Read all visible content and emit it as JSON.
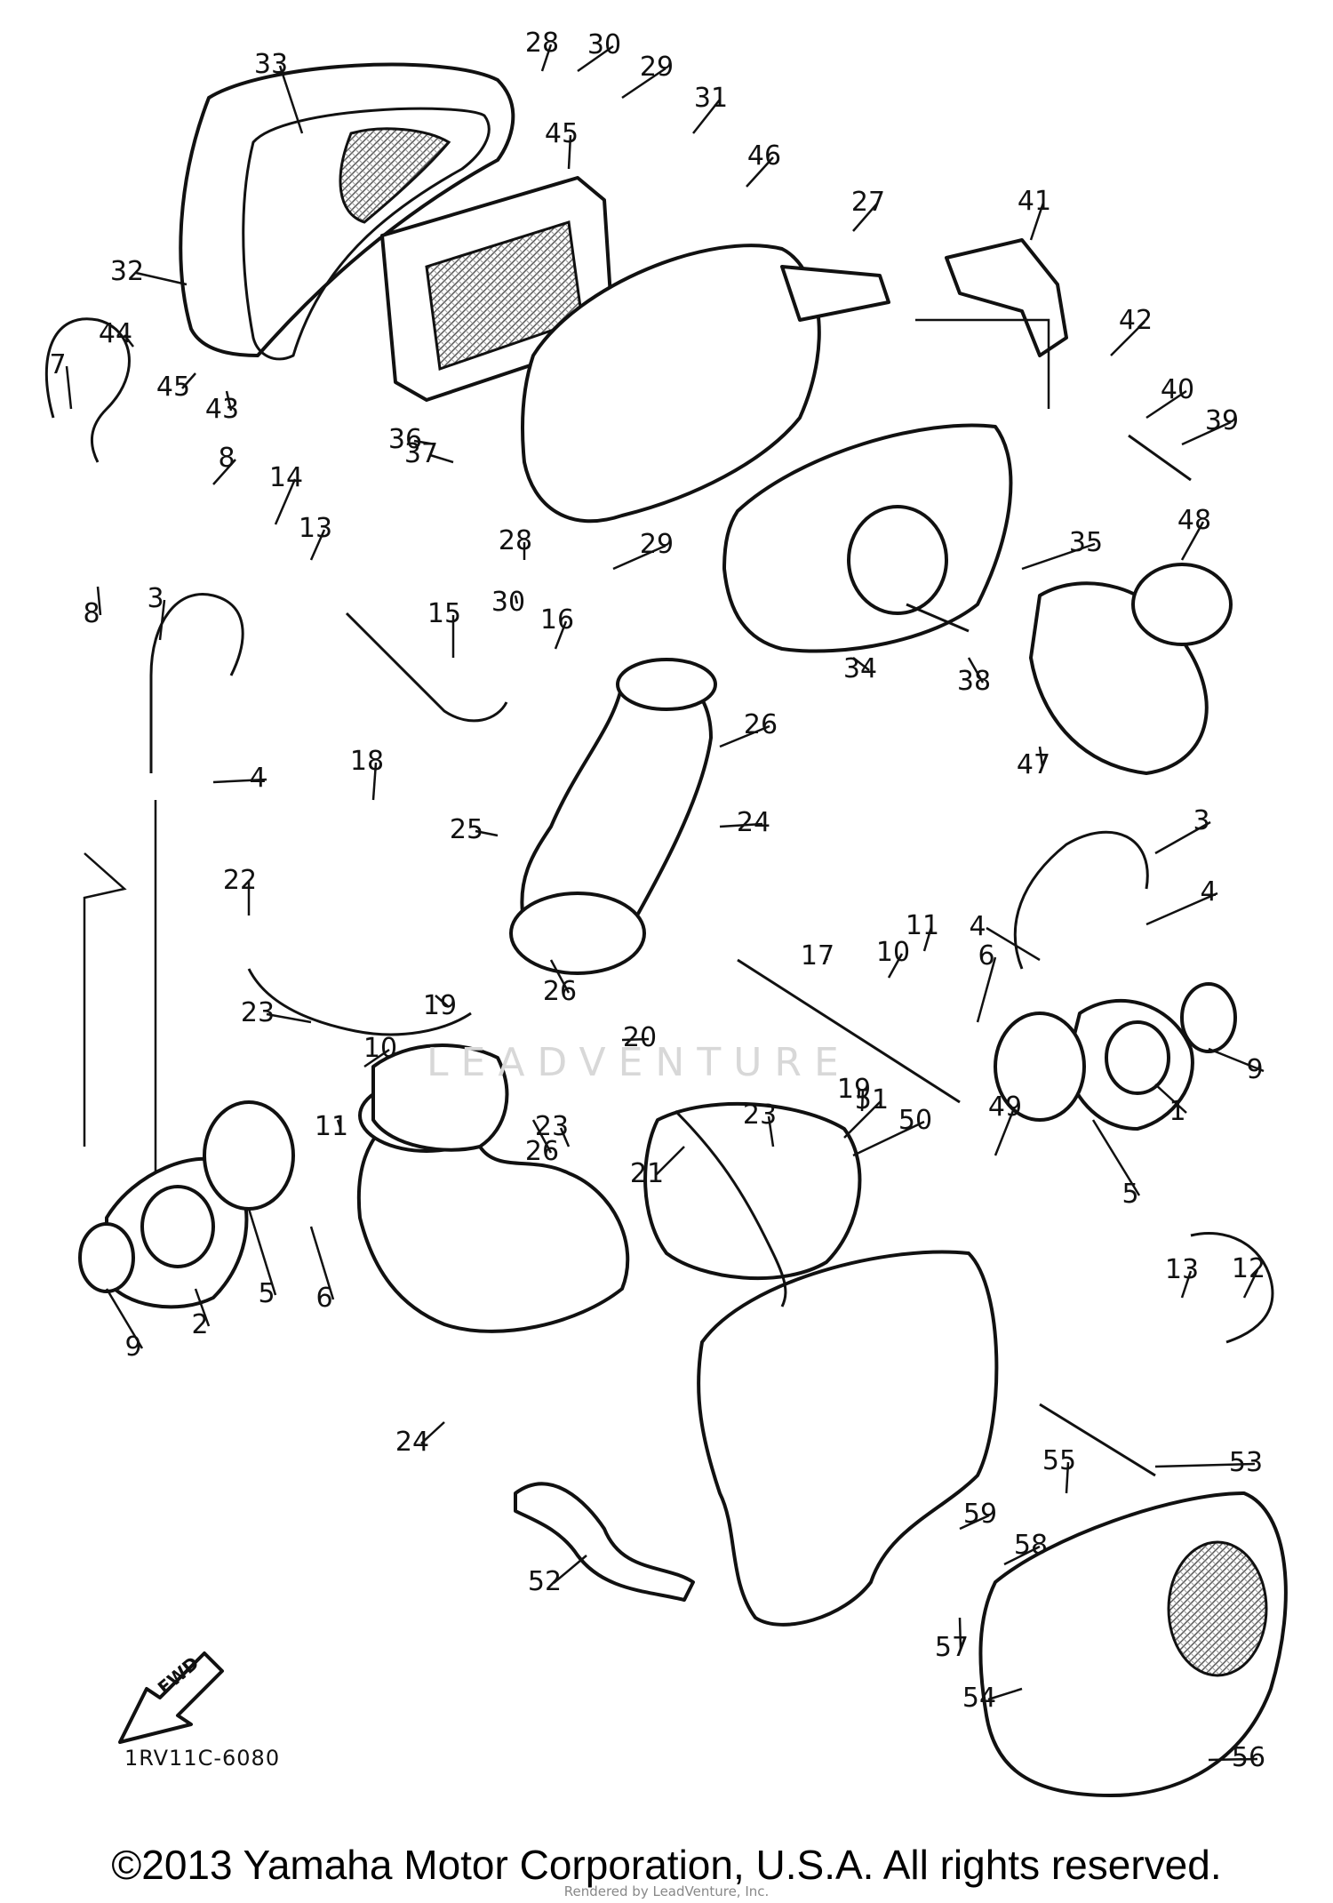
{
  "diagram": {
    "code": "1RV11C-6080",
    "fwd_label": "FWD",
    "watermark": "LEADVENTURE",
    "copyright": "©2013 Yamaha Motor Corporation, U.S.A. All rights reserved.",
    "rendered_by": "Rendered by LeadVenture, Inc.",
    "callouts": [
      "1",
      "2",
      "3",
      "3",
      "4",
      "4",
      "4",
      "5",
      "5",
      "6",
      "6",
      "7",
      "8",
      "8",
      "9",
      "9",
      "10",
      "10",
      "11",
      "11",
      "12",
      "13",
      "13",
      "14",
      "15",
      "16",
      "17",
      "18",
      "19",
      "19",
      "20",
      "21",
      "22",
      "23",
      "23",
      "23",
      "24",
      "24",
      "25",
      "26",
      "26",
      "26",
      "27",
      "28",
      "28",
      "29",
      "29",
      "30",
      "30",
      "31",
      "32",
      "33",
      "34",
      "35",
      "36",
      "37",
      "38",
      "39",
      "40",
      "41",
      "42",
      "43",
      "44",
      "45",
      "45",
      "46",
      "47",
      "48",
      "49",
      "50",
      "51",
      "52",
      "53",
      "54",
      "55",
      "56",
      "57",
      "58",
      "59"
    ]
  }
}
